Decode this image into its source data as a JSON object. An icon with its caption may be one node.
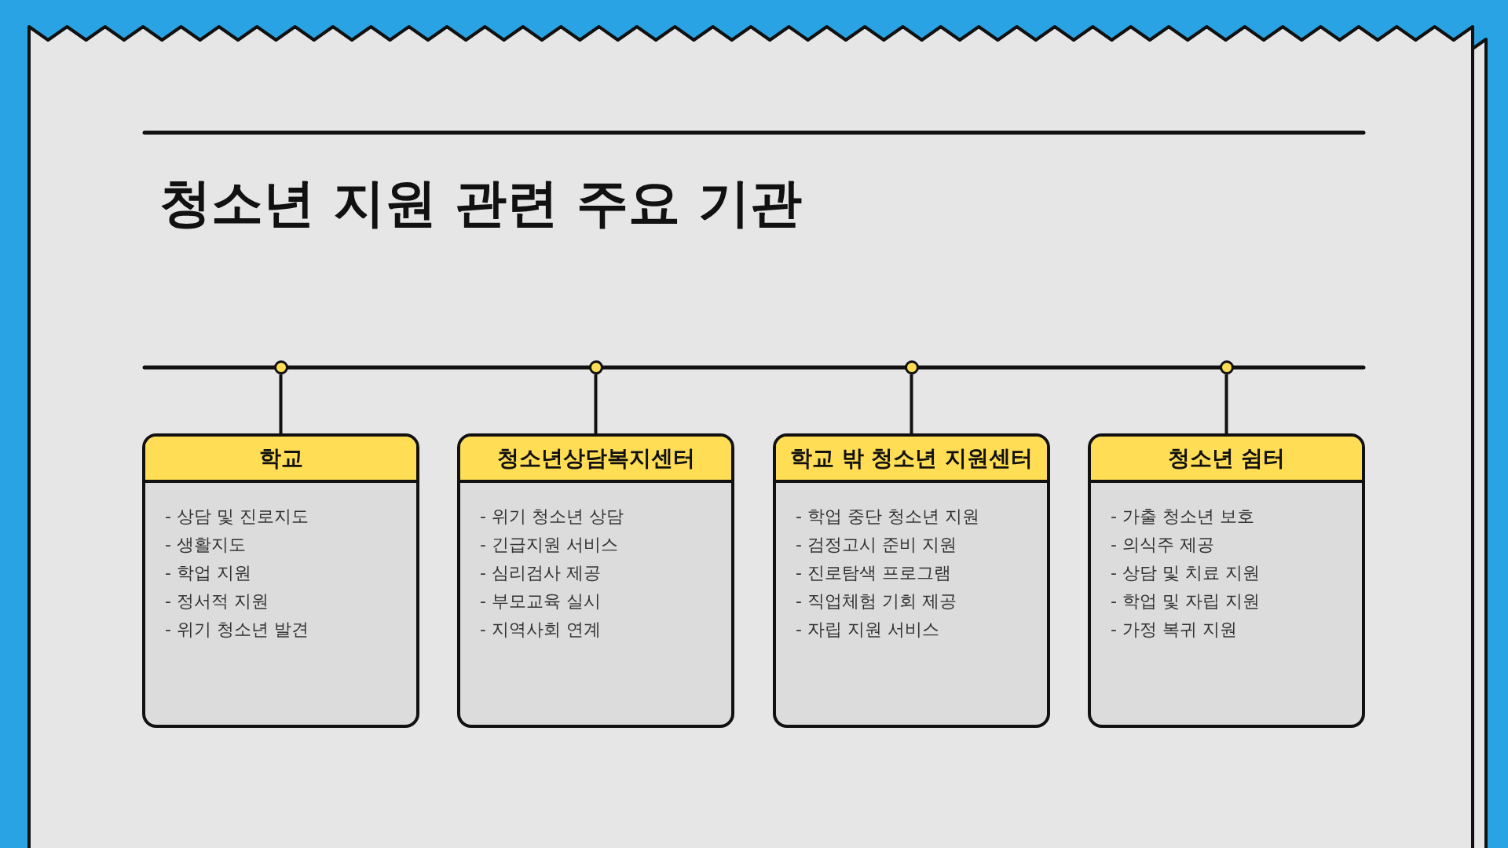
{
  "diagram": {
    "title": "청소년 지원 관련 주요 기관",
    "nodes": [
      {
        "text": [],
        "shape": "circle"
      },
      {
        "text": [],
        "shape": "circle"
      },
      {
        "text": [],
        "shape": "circle"
      },
      {
        "text": [],
        "shape": "circle"
      },
      {
        "text": [
          "학교",
          "- 상담 및 진로지도",
          "- 생활지도",
          "- 학업 지원",
          "- 정서적 지원",
          "- 위기 청소년 발견"
        ]
      },
      {
        "text": [
          "청소년상담복지센터",
          "- 위기 청소년 상담",
          "- 긴급지원 서비스",
          "- 심리검사 제공",
          "- 부모교육 실시",
          "- 지역사회 연계"
        ]
      },
      {
        "text": [
          "학교 밖 청소년 지원센터",
          "- 학업 중단 청소년 지원",
          "- 검정고시 준비 지원",
          "- 진로탐색 프로그램",
          "- 직업체험 기회 제공",
          "- 자립 지원 서비스"
        ]
      },
      {
        "text": [
          "청소년 쉼터",
          "- 가출 청소년 보호",
          "- 의식주 제공",
          "- 상담 및 치료 지원",
          "- 학업 및 자립 지원",
          "- 가정 복귀 지원"
        ]
      }
    ],
    "edges": [
      {
        "from": 0,
        "to": 4,
        "arrow": "none"
      },
      {
        "from": 1,
        "to": 5,
        "arrow": "none"
      },
      {
        "from": 2,
        "to": 6,
        "arrow": "none"
      },
      {
        "from": 3,
        "to": 7,
        "arrow": "none"
      }
    ]
  }
}
